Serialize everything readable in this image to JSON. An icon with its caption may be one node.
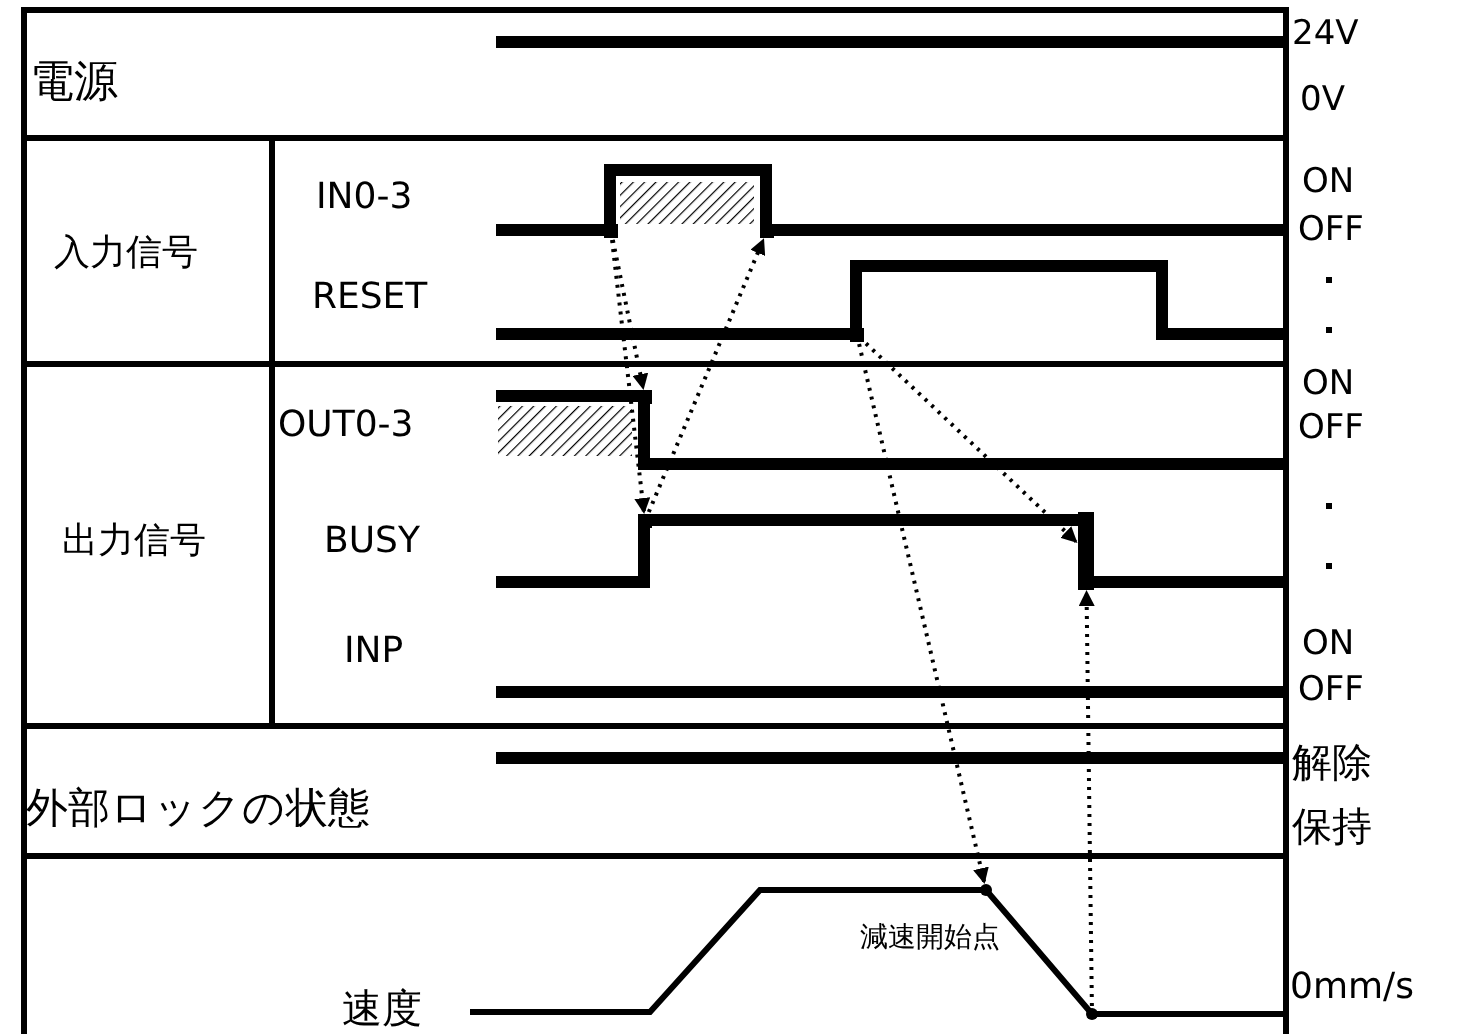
{
  "diagram": {
    "nodes": [
      {
        "text": [],
        "shape": "bar"
      },
      {
        "text": [],
        "shape": "bar"
      },
      {
        "text": [],
        "shape": "bar"
      },
      {
        "text": [],
        "shape": "bar"
      },
      {
        "text": [],
        "shape": "bar"
      },
      {
        "text": [],
        "shape": "bar"
      },
      {
        "text": [],
        "shape": "point",
        "beside": [
          "減速開始点"
        ]
      },
      {
        "text": [],
        "shape": "point"
      }
    ],
    "edges": [
      {
        "from": 0,
        "to": 3,
        "arrow": "to"
      },
      {
        "from": 0,
        "to": 4,
        "arrow": "to"
      },
      {
        "from": 4,
        "to": 1,
        "arrow": "to"
      },
      {
        "from": 2,
        "to": 5,
        "arrow": "to"
      },
      {
        "from": 2,
        "to": 6,
        "arrow": "to"
      },
      {
        "from": 7,
        "to": 5,
        "arrow": "to"
      }
    ],
    "labels": [
      "電源",
      "24V",
      "0V",
      "入力信号",
      "IN0-3",
      "ON",
      "OFF",
      "RESET",
      "出力信号",
      "OUT0-3",
      "ON",
      "OFF",
      "BUSY",
      "INP",
      "ON",
      "OFF",
      "外部ロックの状態",
      "解除",
      "保持",
      "速度",
      "0mm/s"
    ]
  }
}
